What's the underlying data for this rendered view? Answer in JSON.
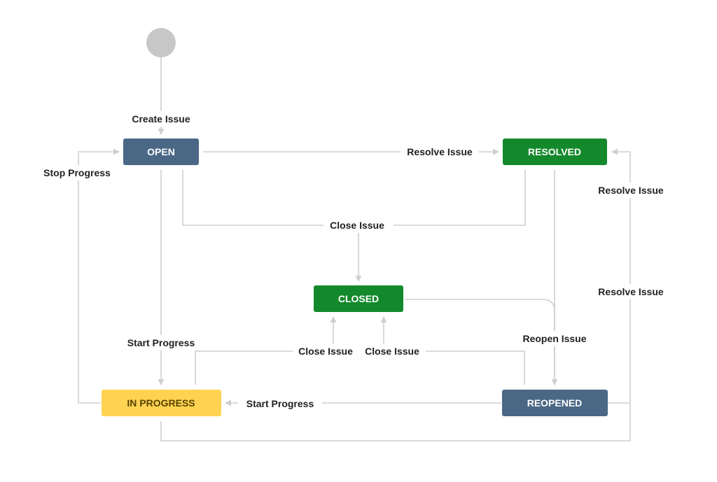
{
  "diagram": {
    "nodes": {
      "start": {
        "label": ""
      },
      "open": {
        "label": "OPEN",
        "fill": "#4a6785",
        "text_color": "#ffffff"
      },
      "resolved": {
        "label": "RESOLVED",
        "fill": "#14892c",
        "text_color": "#ffffff"
      },
      "closed": {
        "label": "CLOSED",
        "fill": "#14892c",
        "text_color": "#ffffff"
      },
      "in_progress": {
        "label": "IN PROGRESS",
        "fill": "#ffd351",
        "text_color": "#594300"
      },
      "reopened": {
        "label": "REOPENED",
        "fill": "#4a6785",
        "text_color": "#ffffff"
      }
    },
    "edge_labels": {
      "create_issue": "Create Issue",
      "open_resolve": "Resolve Issue",
      "stop_progress": "Stop Progress",
      "close_issue_top": "Close Issue",
      "start_progress_open": "Start Progress",
      "close_issue_inprogress": "Close Issue",
      "close_issue_reopened": "Close Issue",
      "start_progress_reopened": "Start Progress",
      "reopen_issue": "Reopen Issue",
      "resolve_issue_upper": "Resolve Issue",
      "resolve_issue_lower": "Resolve Issue"
    },
    "colors": {
      "edge": "#cfcfcf",
      "start_node": "#c7c7c7"
    }
  }
}
